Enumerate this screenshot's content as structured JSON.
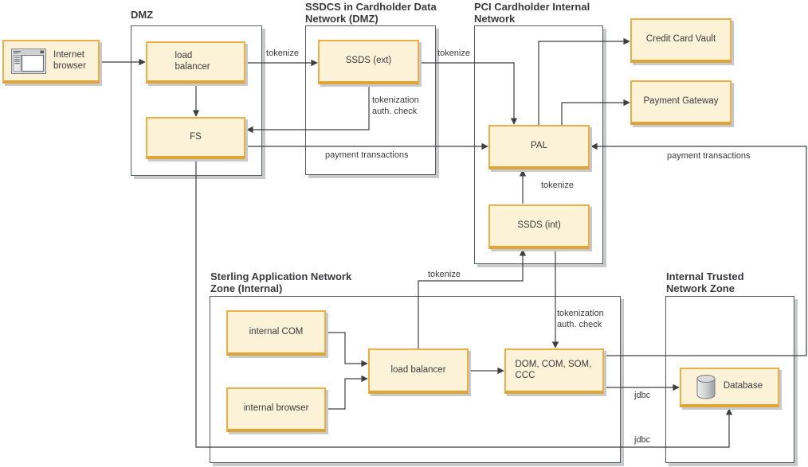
{
  "zones": {
    "dmz": {
      "title": "DMZ"
    },
    "ssdcs": {
      "title_line1": "SSDCS in Cardholder Data",
      "title_line2": "Network (DMZ)"
    },
    "pci": {
      "title_line1": "PCI Cardholder Internal",
      "title_line2": "Network"
    },
    "sterling": {
      "title_line1": "Sterling Application Network",
      "title_line2": "Zone (Internal)"
    },
    "trusted": {
      "title_line1": "Internal Trusted",
      "title_line2": "Network Zone"
    }
  },
  "nodes": {
    "internet_browser": {
      "label": "Internet browser"
    },
    "load_balancer_dmz": {
      "label": "load balancer"
    },
    "fs": {
      "label": "FS"
    },
    "ssds_ext": {
      "label": "SSDS (ext)"
    },
    "pal": {
      "label": "PAL"
    },
    "ssds_int": {
      "label": "SSDS (int)"
    },
    "credit_card_vault": {
      "label": "Credit Card Vault"
    },
    "payment_gateway": {
      "label": "Payment Gateway"
    },
    "internal_com": {
      "label": "internal COM"
    },
    "internal_browser": {
      "label": "internal browser"
    },
    "load_balancer_sterling": {
      "label": "load balancer"
    },
    "dom_com_som_ccc": {
      "label": "DOM, COM, SOM, CCC"
    },
    "database": {
      "label": "Database"
    }
  },
  "edge_labels": {
    "tokenize_lb_to_ssds_ext": "tokenize",
    "tokenize_ssds_ext_to_pal": "tokenize",
    "tokenization_auth_check_ssds_ext_to_fs": "tokenization auth. check",
    "payment_transactions_fs_to_pal": "payment transactions",
    "tokenize_ssds_int_to_pal": "tokenize",
    "tokenize_lb_to_ssds_int": "tokenize",
    "tokenization_auth_check_ssds_int_to_dom": "tokenization auth. check",
    "payment_transactions_dom_to_pal": "payment transactions",
    "jdbc_dom_to_database": "jdbc",
    "jdbc_fs_to_database": "jdbc"
  },
  "icons": {
    "internet_browser_icon": "browser-window-icon",
    "database_icon": "database-cylinder-icon"
  },
  "colors": {
    "node_fill": "#fbf2d8",
    "node_border": "#ebae49",
    "node_border_bottom": "#dfa637",
    "zone_border": "#5a5b5d",
    "shadow": "#c8c9cb",
    "line": "#3e3f41",
    "text": "#3a3a3c"
  }
}
